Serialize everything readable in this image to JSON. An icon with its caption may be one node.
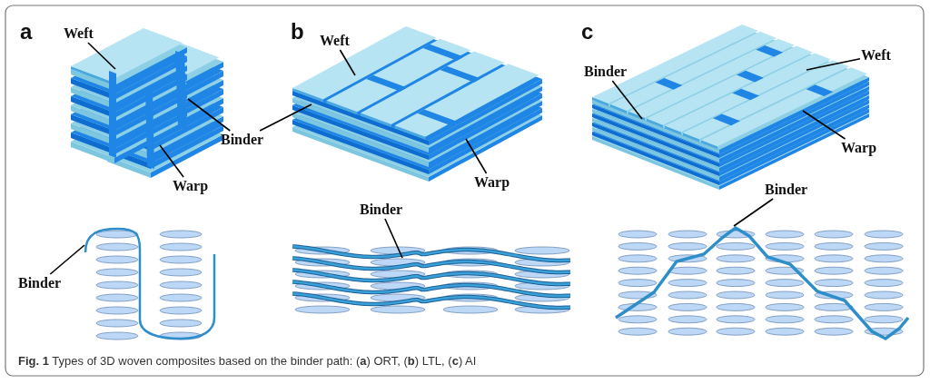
{
  "diagram": {
    "caption": "**Fig. 1** Types of 3D woven composites based on the binder path: (**a**) ORT, (**b**) LTL, (**c**) AI",
    "nodes": [
      {
        "text": [
          "Weft"
        ]
      },
      {
        "text": [
          "Binder"
        ]
      },
      {
        "text": [
          "Warp"
        ]
      },
      {
        "text": [
          "Binder"
        ]
      },
      {
        "text": [
          "Weft"
        ]
      },
      {
        "text": [
          "Warp"
        ]
      },
      {
        "text": [
          "Binder"
        ]
      },
      {
        "text": [
          "Binder"
        ]
      },
      {
        "text": [
          "Weft"
        ]
      },
      {
        "text": [
          "Warp"
        ]
      },
      {
        "text": [
          "Binder"
        ]
      },
      {
        "text": [],
        "shape": "picture"
      },
      {
        "text": [],
        "shape": "picture"
      }
    ],
    "edges": [
      {
        "from": 0,
        "to": null,
        "arrow": "none"
      },
      {
        "from": 1,
        "to": null,
        "arrow": "none"
      },
      {
        "from": 1,
        "to": null,
        "arrow": "none"
      },
      {
        "from": 2,
        "to": null,
        "arrow": "none"
      },
      {
        "from": 3,
        "to": 11,
        "arrow": "none"
      },
      {
        "from": 4,
        "to": null,
        "arrow": "none"
      },
      {
        "from": 5,
        "to": null,
        "arrow": "none"
      },
      {
        "from": 6,
        "to": null,
        "arrow": "none"
      },
      {
        "from": 7,
        "to": null,
        "arrow": "none"
      },
      {
        "from": 8,
        "to": null,
        "arrow": "none"
      },
      {
        "from": 9,
        "to": null,
        "arrow": "none"
      },
      {
        "from": 10,
        "to": 12,
        "arrow": "none"
      }
    ],
    "labels": [
      "a",
      "b",
      "c"
    ]
  }
}
